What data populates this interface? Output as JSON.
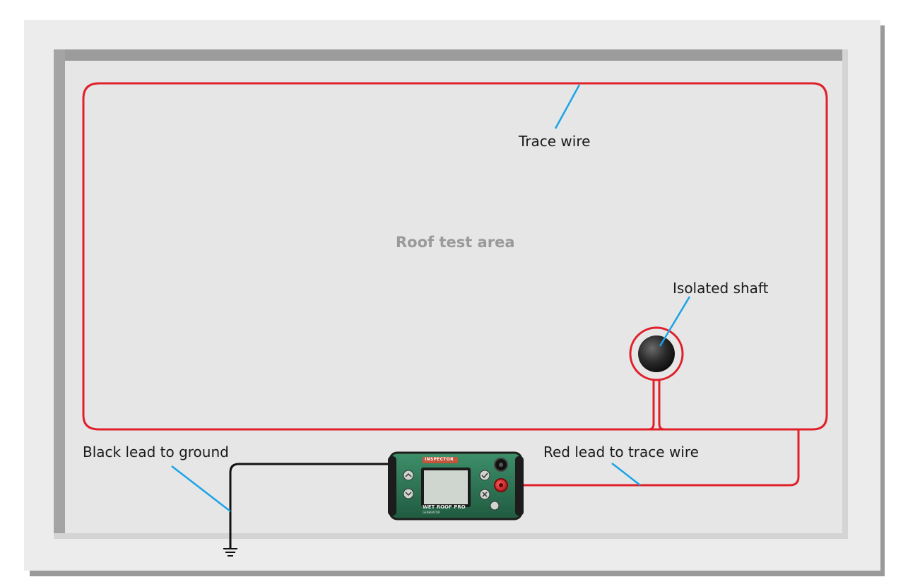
{
  "diagram": {
    "labels": {
      "roof_area": "Roof test area",
      "trace_wire": "Trace wire",
      "isolated_shaft": "Isolated shaft",
      "black_lead": "Black lead to ground",
      "red_lead": "Red lead to trace wire"
    },
    "device": {
      "brand": "INSPECTOR",
      "model": "WET ROOF PRO",
      "subtitle": "GENERATOR"
    },
    "colors": {
      "trace_wire": "#e0202a",
      "callout_line": "#1aa3e8",
      "black_lead": "#111111",
      "device_body": "#2e7d5b",
      "roof_surface": "#e6e6e6"
    },
    "icons": [
      "ground-symbol-icon",
      "chevron-up-icon",
      "chevron-down-icon",
      "check-icon",
      "close-icon",
      "power-icon"
    ]
  }
}
